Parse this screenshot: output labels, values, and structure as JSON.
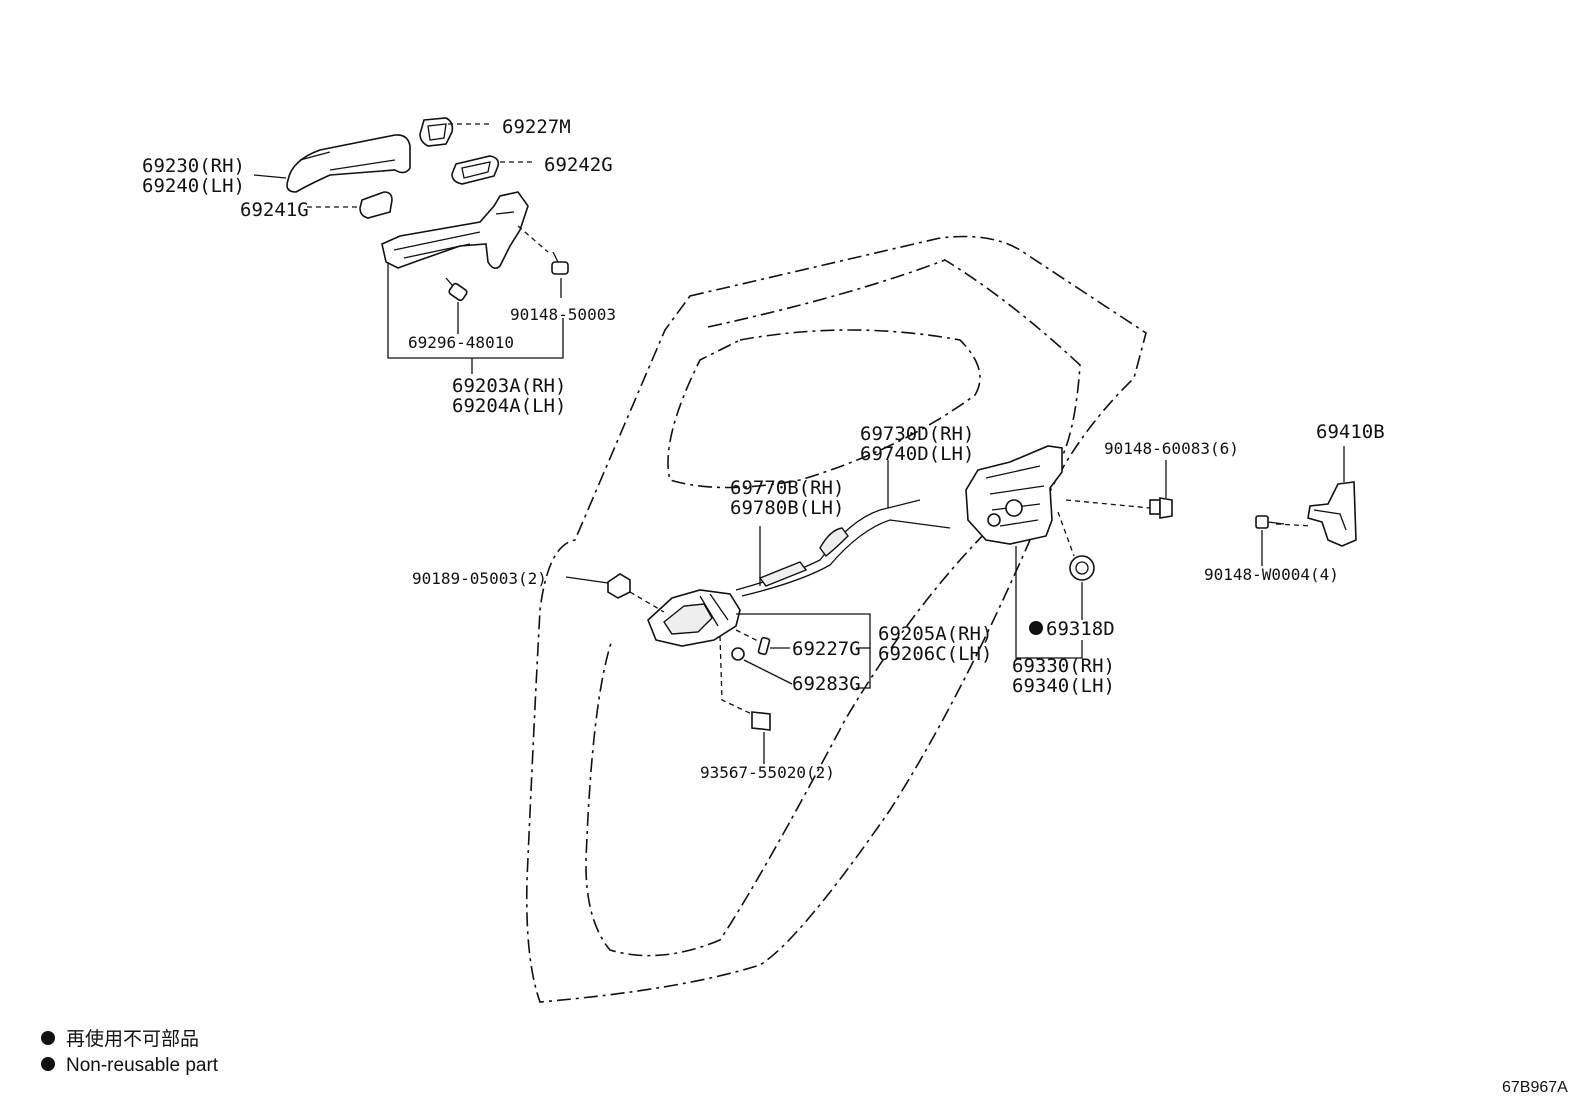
{
  "parts": {
    "p69227M": "69227M",
    "p69242G": "69242G",
    "p69230": "69230(RH)",
    "p69240": "69240(LH)",
    "p69241G": "69241G",
    "p90148_50003": "90148-50003",
    "p69296_48010": "69296-48010",
    "p69203A": "69203A(RH)",
    "p69204A": "69204A(LH)",
    "p69730D": "69730D(RH)",
    "p69740D": "69740D(LH)",
    "p69770B": "69770B(RH)",
    "p69780B": "69780B(LH)",
    "p90148_60083": "90148-60083(6)",
    "p69410B": "69410B",
    "p90148_W0004": "90148-W0004(4)",
    "p90189_05003": "90189-05003(2)",
    "p69205A": "69205A(RH)",
    "p69206C": "69206C(LH)",
    "p69227G": "69227G",
    "p69283G": "69283G",
    "p69318D": "69318D",
    "p69330": "69330(RH)",
    "p69340": "69340(LH)",
    "p93567_55020": "93567-55020(2)"
  },
  "legend": {
    "line_jp": "再使用不可部品",
    "line_en": "Non-reusable part"
  },
  "doc_code": "67B967A"
}
